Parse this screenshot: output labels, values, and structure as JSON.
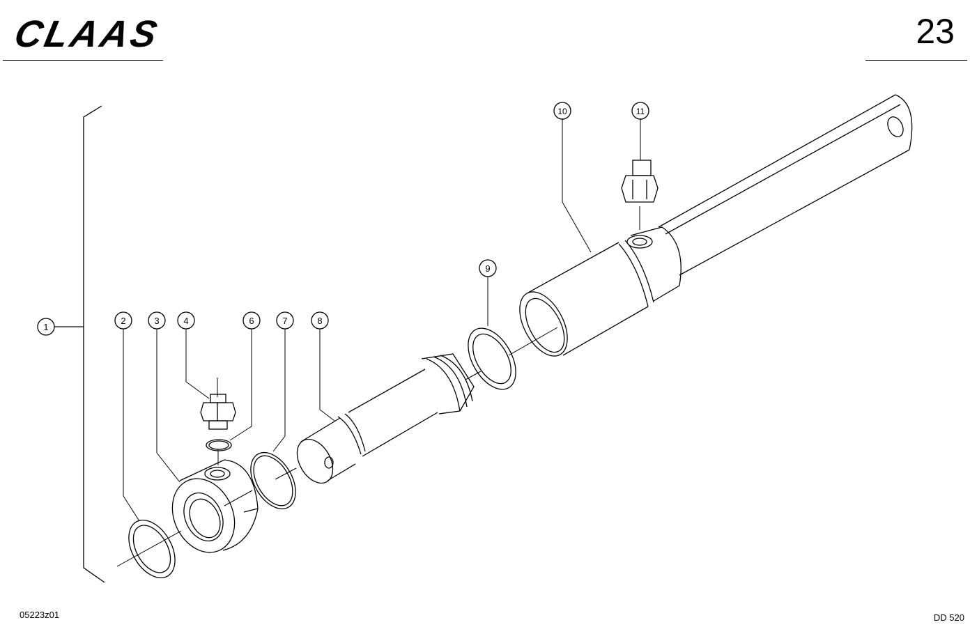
{
  "header": {
    "brand": "CLAAS",
    "page_number": "23"
  },
  "footer": {
    "drawing_code": "05223z01",
    "model_code": "DD 520"
  },
  "callouts": [
    "1",
    "2",
    "3",
    "4",
    "6",
    "7",
    "8",
    "9",
    "10",
    "11"
  ],
  "colors": {
    "ink": "#000000",
    "paper": "#ffffff"
  }
}
